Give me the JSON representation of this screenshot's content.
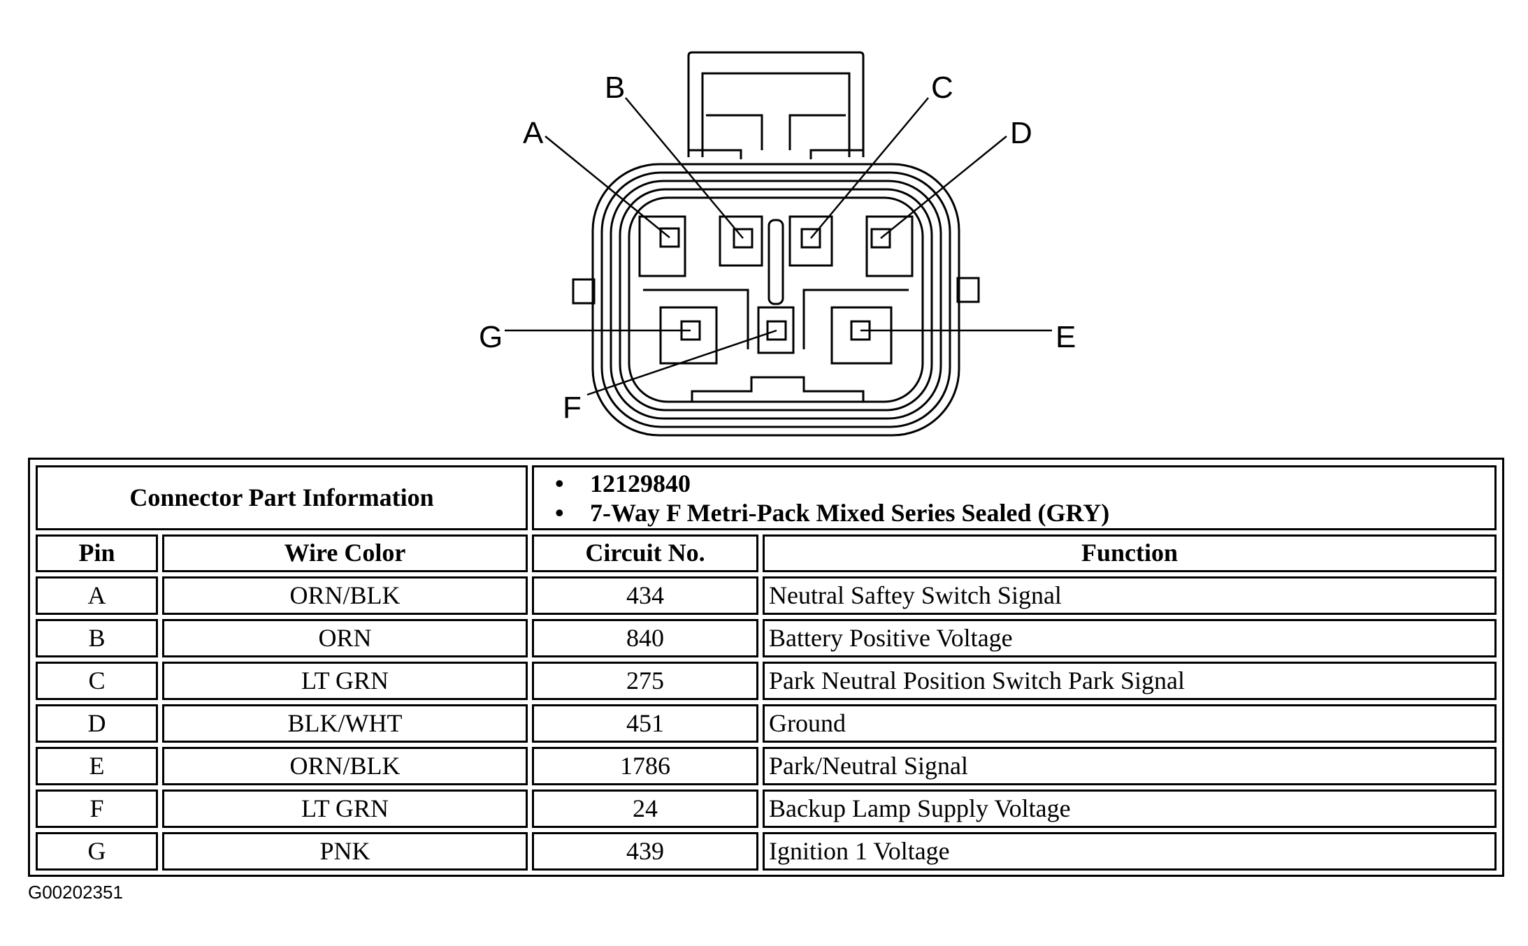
{
  "pin_labels": [
    "A",
    "B",
    "C",
    "D",
    "E",
    "F",
    "G"
  ],
  "connector_info": {
    "label": "Connector Part Information",
    "items": [
      "12129840",
      "7-Way F Metri-Pack Mixed Series Sealed (GRY)"
    ]
  },
  "table": {
    "headers": [
      "Pin",
      "Wire Color",
      "Circuit No.",
      "Function"
    ],
    "rows": [
      [
        "A",
        "ORN/BLK",
        "434",
        "Neutral Saftey Switch Signal"
      ],
      [
        "B",
        "ORN",
        "840",
        "Battery Positive Voltage"
      ],
      [
        "C",
        "LT GRN",
        "275",
        "Park Neutral Position Switch Park Signal"
      ],
      [
        "D",
        "BLK/WHT",
        "451",
        "Ground"
      ],
      [
        "E",
        "ORN/BLK",
        "1786",
        "Park/Neutral Signal"
      ],
      [
        "F",
        "LT GRN",
        "24",
        "Backup Lamp Supply Voltage"
      ],
      [
        "G",
        "PNK",
        "439",
        "Ignition 1 Voltage"
      ]
    ]
  },
  "figure_id": "G00202351"
}
